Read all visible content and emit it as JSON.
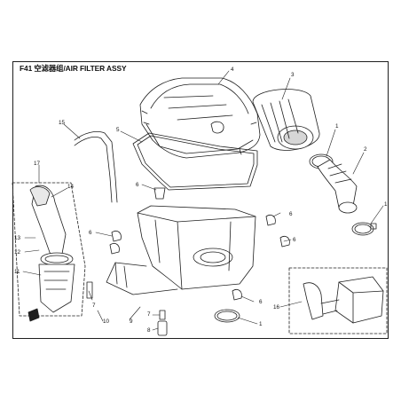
{
  "header": {
    "title": "F41 空滤器组/AIR FILTER ASSY"
  },
  "callouts": [
    {
      "label": "4"
    },
    {
      "label": "3"
    },
    {
      "label": "15"
    },
    {
      "label": "5"
    },
    {
      "label": "1"
    },
    {
      "label": "2"
    },
    {
      "label": "17"
    },
    {
      "label": "14"
    },
    {
      "label": "6"
    },
    {
      "label": "6"
    },
    {
      "label": "1"
    },
    {
      "label": "13"
    },
    {
      "label": "6"
    },
    {
      "label": "6"
    },
    {
      "label": "12"
    },
    {
      "label": "11"
    },
    {
      "label": "7"
    },
    {
      "label": "16"
    },
    {
      "label": "6"
    },
    {
      "label": "10"
    },
    {
      "label": "9"
    },
    {
      "label": "7"
    },
    {
      "label": "8"
    },
    {
      "label": "1"
    }
  ],
  "colors": {
    "line": "#1f1f1f",
    "fill": "#ffffff",
    "shade": "#e8e8e8"
  }
}
